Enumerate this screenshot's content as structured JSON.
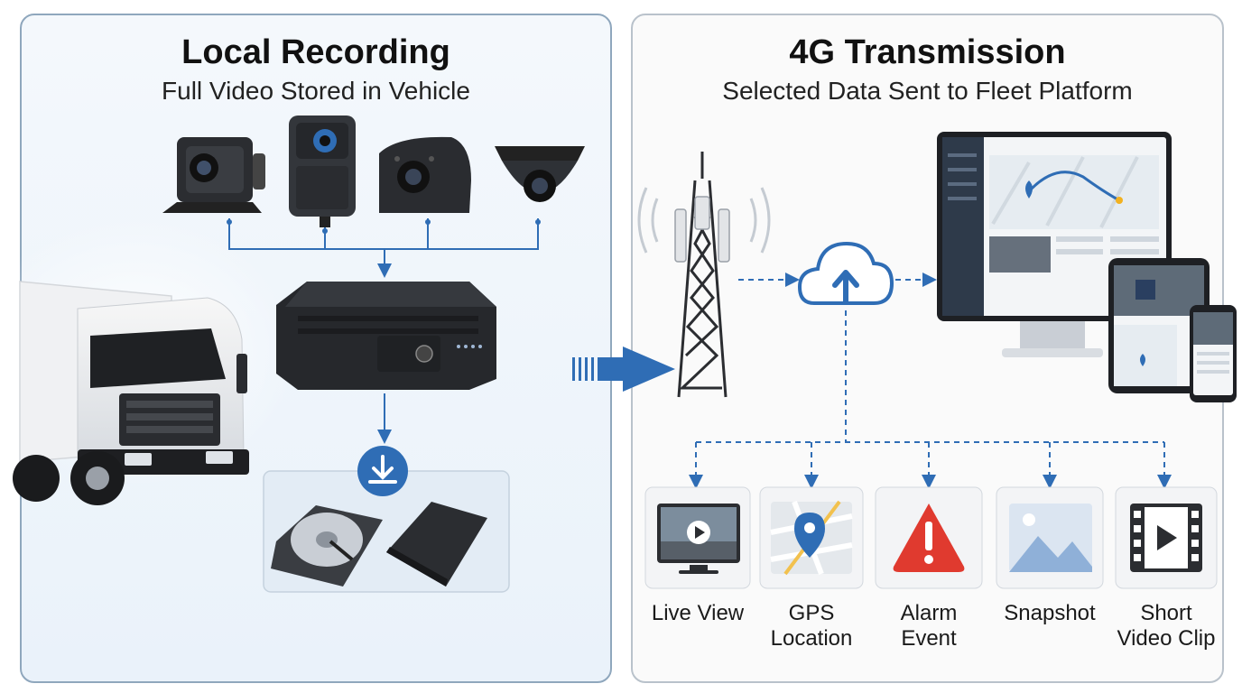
{
  "left_panel": {
    "title": "Local Recording",
    "subtitle": "Full Video Stored in Vehicle"
  },
  "right_panel": {
    "title": "4G Transmission",
    "subtitle": "Selected Data Sent to Fleet Platform",
    "data_types": [
      {
        "label": "Live View",
        "icon": "live-view-icon"
      },
      {
        "label": "GPS\nLocation",
        "icon": "gps-location-icon"
      },
      {
        "label": "Alarm\nEvent",
        "icon": "alarm-event-icon"
      },
      {
        "label": "Snapshot",
        "icon": "snapshot-icon"
      },
      {
        "label": "Short\nVideo Clip",
        "icon": "short-video-clip-icon"
      }
    ]
  },
  "colors": {
    "accent": "#2f6db5",
    "alarm": "#e03a2f",
    "map_pin": "#2f6db5"
  }
}
